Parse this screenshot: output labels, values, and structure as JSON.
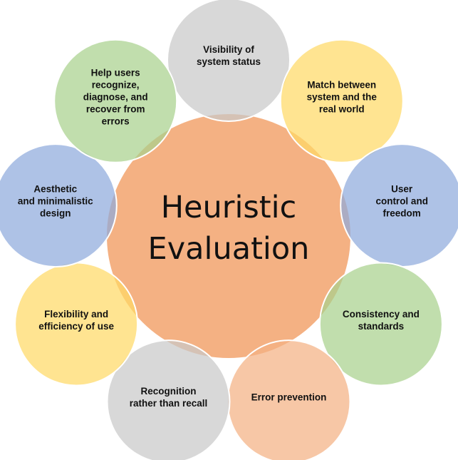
{
  "center": {
    "title": "Heuristic\nEvaluation",
    "color": "#F4B183"
  },
  "heuristics": [
    {
      "label": "Visibility of\nsystem status",
      "color": "#C9C9C9"
    },
    {
      "label": "Match between\nsystem and the\nreal world",
      "color": "#FFD966"
    },
    {
      "label": "User control and\nfreedom",
      "color": "#8FAADC"
    },
    {
      "label": "Consistency and\nstandards",
      "color": "#A9D18E"
    },
    {
      "label": "Error prevention",
      "color": "#F4B183"
    },
    {
      "label": "Recognition\nrather than recall",
      "color": "#C9C9C9"
    },
    {
      "label": "Flexibility and\nefficiency of use",
      "color": "#FFD966"
    },
    {
      "label": "Aesthetic\nand minimalistic\ndesign",
      "color": "#8FAADC"
    },
    {
      "label": "Help users\nrecognize,\ndiagnose, and\nrecover from\nerrors",
      "color": "#A9D18E"
    }
  ]
}
